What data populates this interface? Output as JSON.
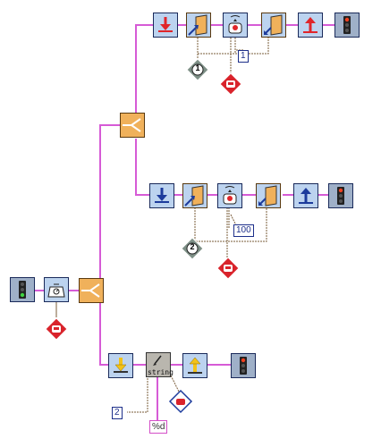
{
  "blocks": {
    "top_const": "1",
    "mid_const": "100",
    "top_seq": "1",
    "mid_seq": "2",
    "string_label": "string",
    "bottom_const": "2",
    "format": "%d"
  },
  "colors": {
    "wire_main": "#d65bd6",
    "wire_data": "#7a5c3a",
    "block_fill": "#bcd3ef",
    "block_orange": "#f0b15b",
    "arrow_red": "#e0252a",
    "arrow_blue": "#1c3b9c",
    "arrow_yellow": "#f2c21a",
    "diamond_red": "#d9232b",
    "diamond_gray": "#7d8f86"
  },
  "icons": [
    "traffic-light-icon",
    "scale-icon",
    "case-structure-icon",
    "arrow-down-icon",
    "arrow-up-icon",
    "write-file-icon",
    "read-file-icon",
    "bell-icon",
    "string-icon"
  ]
}
